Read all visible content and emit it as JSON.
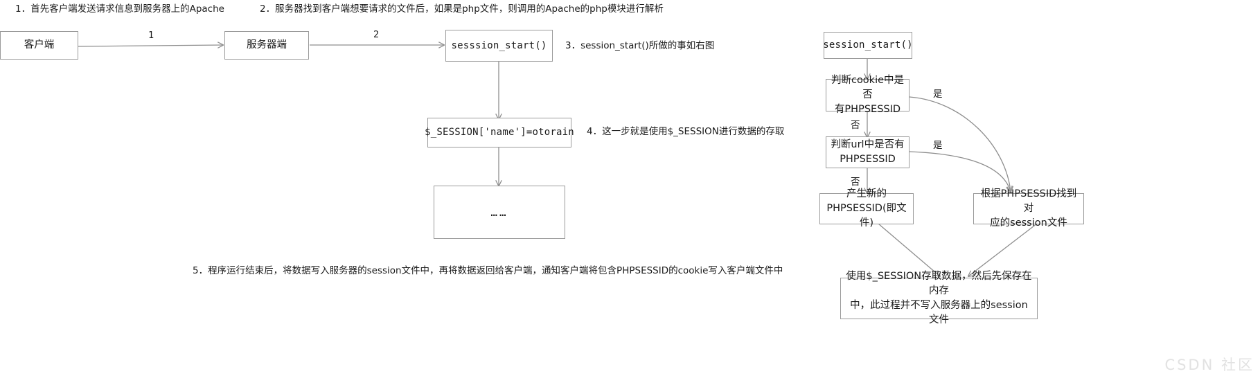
{
  "diagram": {
    "title": "PHP session_start() 流程图",
    "stroke_color": "#9a9a9a",
    "text_color": "#1b1b1b",
    "background": "#ffffff"
  },
  "notes": [
    {
      "id": "note1",
      "text": "1．首先客户端发送请求信息到服务器上的Apache"
    },
    {
      "id": "note2",
      "text": "2．服务器找到客户端想要请求的文件后，如果是php文件，则调用的Apache的php模块进行解析"
    },
    {
      "id": "note3",
      "text": "3．session_start()所做的事如右图"
    },
    {
      "id": "note4",
      "text": "4．这一步就是使用$_SESSION进行数据的存取"
    },
    {
      "id": "note5",
      "text": "5．程序运行结束后，将数据写入服务器的session文件中，再将数据返回给客户端，通知客户端将包含PHPSESSID的cookie写入客户端文件中"
    }
  ],
  "left_flow": {
    "nodes": [
      {
        "id": "client",
        "label": "客户端"
      },
      {
        "id": "server",
        "label": "服务器端"
      },
      {
        "id": "session_start",
        "label": "sesssion_start()"
      },
      {
        "id": "session_assign",
        "label": "$_SESSION['name']=otorain"
      },
      {
        "id": "ellipsis",
        "label": "……"
      }
    ],
    "edge_labels": [
      {
        "id": "edge1",
        "text": "1"
      },
      {
        "id": "edge2",
        "text": "2"
      }
    ]
  },
  "right_flow": {
    "nodes": [
      {
        "id": "r_session_start",
        "label": "session_start()"
      },
      {
        "id": "r_check_cookie",
        "label": "判断cookie中是否\n有PHPSESSID"
      },
      {
        "id": "r_check_url",
        "label": "判断url中是否有\nPHPSESSID"
      },
      {
        "id": "r_new_sessid",
        "label": "产生新的\nPHPSESSID(即文件)"
      },
      {
        "id": "r_find_file",
        "label": "根据PHPSESSID找到对\n应的session文件"
      },
      {
        "id": "r_use_session",
        "label": "使用$_SESSION存取数据，然后先保存在内存\n中，此过程并不写入服务器上的session文件"
      }
    ],
    "edge_labels": [
      {
        "id": "cookie_yes",
        "text": "是"
      },
      {
        "id": "cookie_no",
        "text": "否"
      },
      {
        "id": "url_yes",
        "text": "是"
      },
      {
        "id": "url_no",
        "text": "否"
      }
    ]
  },
  "watermark": {
    "text": "CSDN 社区"
  }
}
